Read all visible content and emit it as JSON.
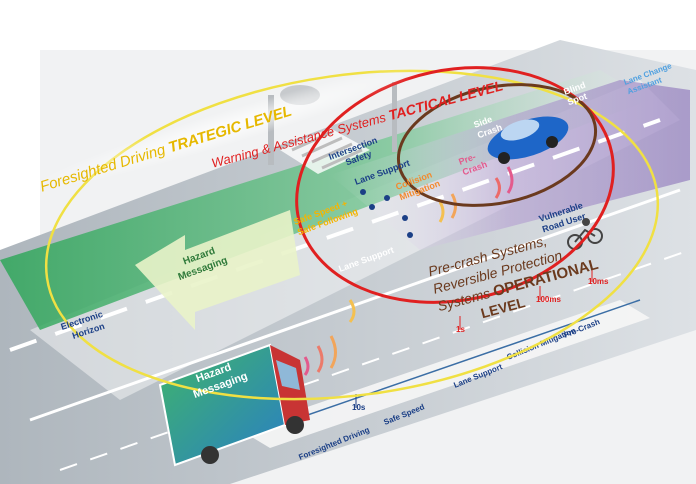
{
  "levels": {
    "strategic": {
      "prefix": "Foresighted Driving ",
      "emphasis": "TRATEGIC LEVEL",
      "color": "#e6b800"
    },
    "tactical": {
      "prefix": "Warning & Assistance Systems ",
      "emphasis": "TACTICAL LEVEL",
      "color": "#e02020"
    },
    "operational": {
      "line1": "Pre-crash Systems,",
      "line2": "Reversible Protection",
      "line3": "Systems ",
      "emphasis": "OPERATIONAL",
      "line4": "LEVEL",
      "color": "#6b3a1e"
    }
  },
  "road_labels": {
    "electronic_horizon": [
      "Electronic",
      "Horizon"
    ],
    "hazard_arrow": [
      "Hazard",
      "Messaging"
    ],
    "truck": [
      "Hazard",
      "Messaging"
    ],
    "safe_speed": [
      "Safe Speed +",
      "Safe Following"
    ],
    "lane_support_bottom": "Lane Support",
    "lane_support_top": "Lane Support",
    "intersection": [
      "Intersection",
      "Safety"
    ],
    "collision_mitigation": [
      "Collision",
      "Mitigation"
    ],
    "pre_crash_road": [
      "Pre-",
      "Crash"
    ],
    "side_crash": [
      "Side",
      "Crash"
    ],
    "blind_spot": [
      "Blind",
      "Spot"
    ],
    "lane_change": [
      "Lane Change",
      "Assistant"
    ],
    "vulnerable": [
      "Vulnerable",
      "Road User"
    ]
  },
  "timeline": {
    "labels": [
      "Foresighted Driving",
      "Safe Speed",
      "Lane Support",
      "Collision Mitigation",
      "Pre-Crash"
    ],
    "times": [
      "10s",
      "1s",
      "100ms",
      "10ms"
    ]
  },
  "colors": {
    "green": "#2fa65a",
    "road": "#c9cdd2",
    "car": "#1e66c8",
    "truck": "#d23a3a"
  }
}
